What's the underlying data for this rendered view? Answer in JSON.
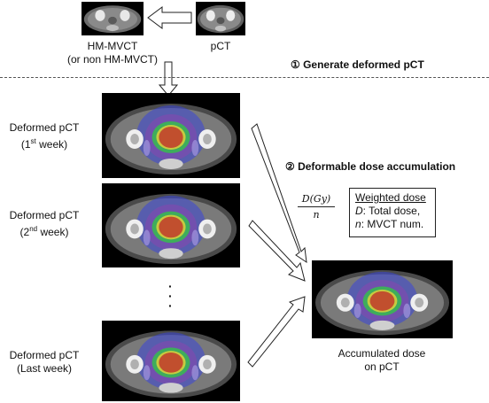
{
  "top": {
    "hm_mvct_label": "HM-MVCT",
    "hm_mvct_sub": "(or non HM-MVCT)",
    "pct_label": "pCT"
  },
  "steps": {
    "step1": "① Generate deformed pCT",
    "step2": "② Deformable dose accumulation"
  },
  "deformed": [
    {
      "line1": "Deformed pCT",
      "pre": "(1",
      "sup": "st",
      "post": " week)"
    },
    {
      "line1": "Deformed pCT",
      "pre": "(2",
      "sup": "nd",
      "post": " week)"
    },
    {
      "line1": "Deformed pCT",
      "pre": "(Last week)",
      "sup": "",
      "post": ""
    }
  ],
  "formula": {
    "numerator": "D(Gy)",
    "denominator": "n"
  },
  "weighted": {
    "title": "Weighted dose",
    "line1_var": "D",
    "line1_text": ": Total dose,",
    "line2_var": "n",
    "line2_text": ": MVCT num."
  },
  "accumulated": {
    "line1": "Accumulated dose",
    "line2": "on pCT"
  },
  "colors": {
    "dose_red": "#c0392b",
    "dose_yellow": "#e8d23a",
    "dose_green": "#2ecc40",
    "dose_blue": "#3a46d8",
    "dose_purple": "#8e44ad"
  }
}
